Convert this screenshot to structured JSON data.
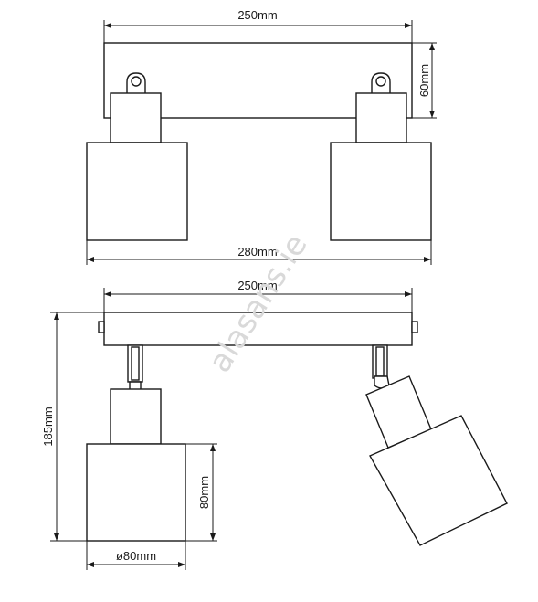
{
  "watermark": "alasans.ie",
  "dimensions": {
    "top_width": "250mm",
    "height_top": "60mm",
    "total_width": "280mm",
    "side_width": "250mm",
    "total_height": "185mm",
    "shade_height": "80mm",
    "shade_diameter": "ø80mm"
  },
  "colors": {
    "line": "#1a1a1a",
    "watermark": "#d9d9d9"
  }
}
